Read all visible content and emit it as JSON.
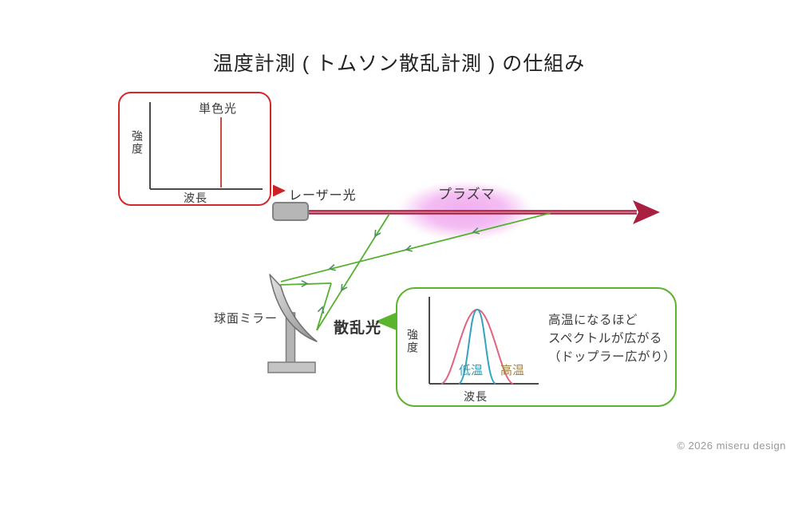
{
  "title": "温度計測 ( トムソン散乱計測 ) の仕組み",
  "input_chart": {
    "peak_label": "単色光",
    "ylabel": "強度",
    "xlabel": "波長"
  },
  "labels": {
    "laser": "レーザー光",
    "plasma": "プラズマ",
    "mirror": "球面ミラー",
    "scattered": "散乱光"
  },
  "output_chart": {
    "ylabel": "強度",
    "xlabel": "波長",
    "low_temp": "低温",
    "high_temp": "高温",
    "desc": [
      "高温になるほど",
      "スペクトルが広がる",
      "（ドップラー広がり）"
    ]
  },
  "copyright": "© 2026 miseru design",
  "colors": {
    "input_box_border": "#d4272c",
    "laser_beam": "#a81f40",
    "monochrome_spike": "#c94a42",
    "plasma": "#f0a2ee",
    "ray_green": "#56b02f",
    "output_box_border": "#5cb32e",
    "low_temp_curve": "#35a2bd",
    "high_temp_curve": "#e2647e",
    "high_temp_text": "#a5834b",
    "metal_gray": "#b6b6b6"
  }
}
